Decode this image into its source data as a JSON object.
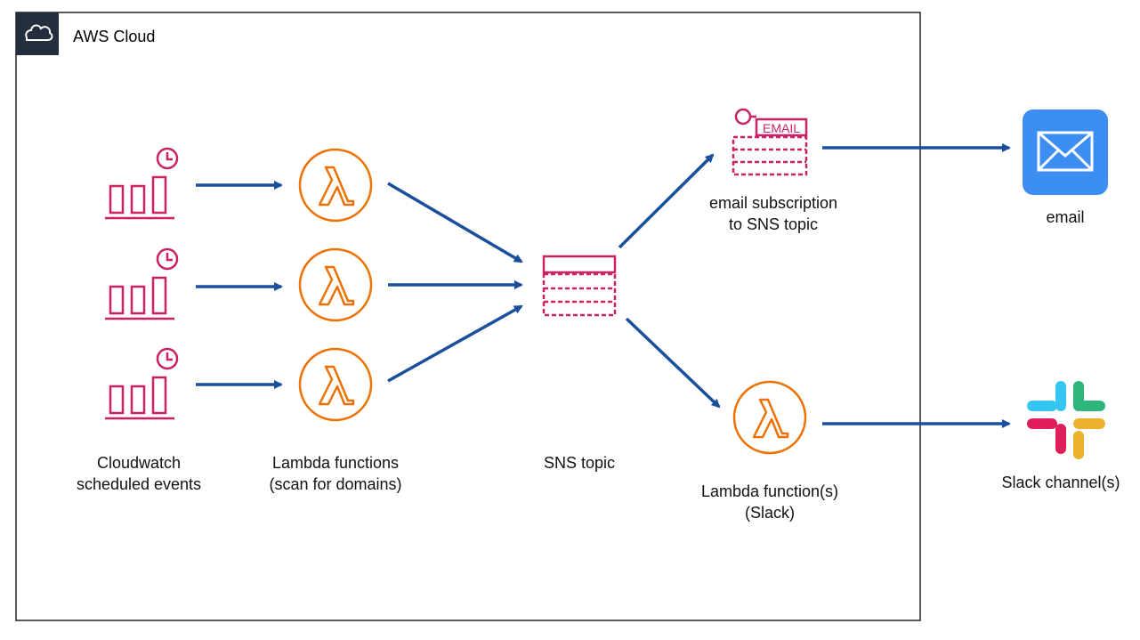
{
  "cloud": {
    "title": "AWS Cloud",
    "icon": "cloud-icon"
  },
  "colors": {
    "border": "#222222",
    "arrow": "#1a4f9c",
    "events": "#cc2264",
    "lambda": "#ed7100",
    "email_blue": "#3d8ef2",
    "slack_blue": "#36c5f0",
    "slack_green": "#2eb67d",
    "slack_red": "#e01e5a",
    "slack_yellow": "#ecb22e"
  },
  "labels": {
    "cloudwatch": "Cloudwatch\nscheduled events",
    "lambdas": "Lambda functions\n(scan for domains)",
    "sns": "SNS topic",
    "email_subscription": "email subscription\nto SNS topic",
    "lambda_slack": "Lambda function(s)\n(Slack)",
    "email": "email",
    "slack": "Slack channel(s)"
  },
  "email_badge": "EMAIL"
}
